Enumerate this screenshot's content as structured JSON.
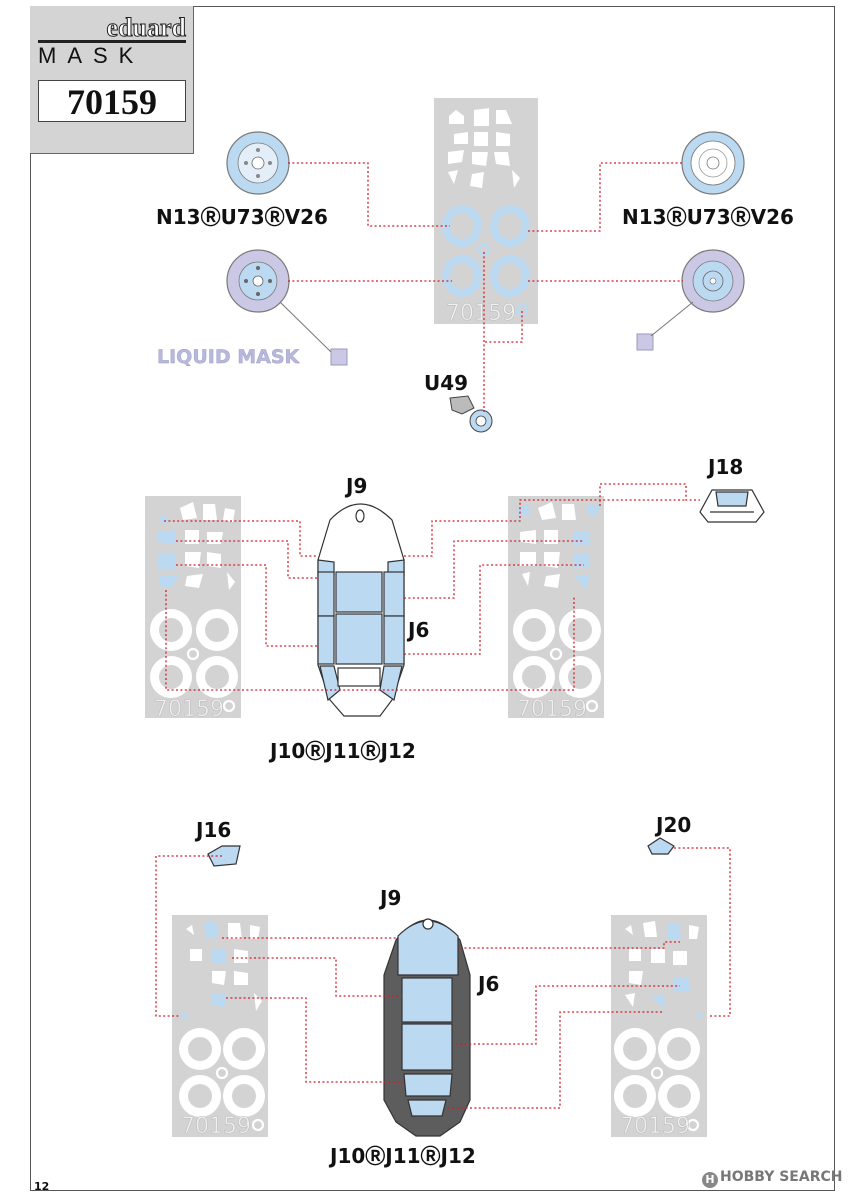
{
  "header": {
    "brand": "eduard",
    "product_type": "MASK",
    "product_code": "70159"
  },
  "section1": {
    "label_left": "N13ⓇU73ⓇV26",
    "label_right": "N13ⓇU73ⓇV26",
    "liquid_mask": "LIQUID MASK",
    "part_u49": "U49",
    "sheet_code": "70159"
  },
  "section2": {
    "part_j9": "J9",
    "part_j6": "J6",
    "part_j18": "J18",
    "label_bottom": "J10ⓇJ11ⓇJ12",
    "sheet_code": "70159"
  },
  "section3": {
    "part_j16": "J16",
    "part_j20": "J20",
    "part_j9": "J9",
    "part_j6": "J6",
    "label_bottom": "J10ⓇJ11ⓇJ12",
    "sheet_code": "70159"
  },
  "footer": {
    "page_number": "12",
    "watermark": "HOBBY SEARCH",
    "watermark_logo": "H"
  },
  "colors": {
    "mask_blue": "#bcd9f2",
    "sheet_grey": "#d3d3d3",
    "liquid_purple": "#cbc8e6",
    "leader_red": "#d21f2a",
    "canopy_dark": "#5d5d5d"
  }
}
